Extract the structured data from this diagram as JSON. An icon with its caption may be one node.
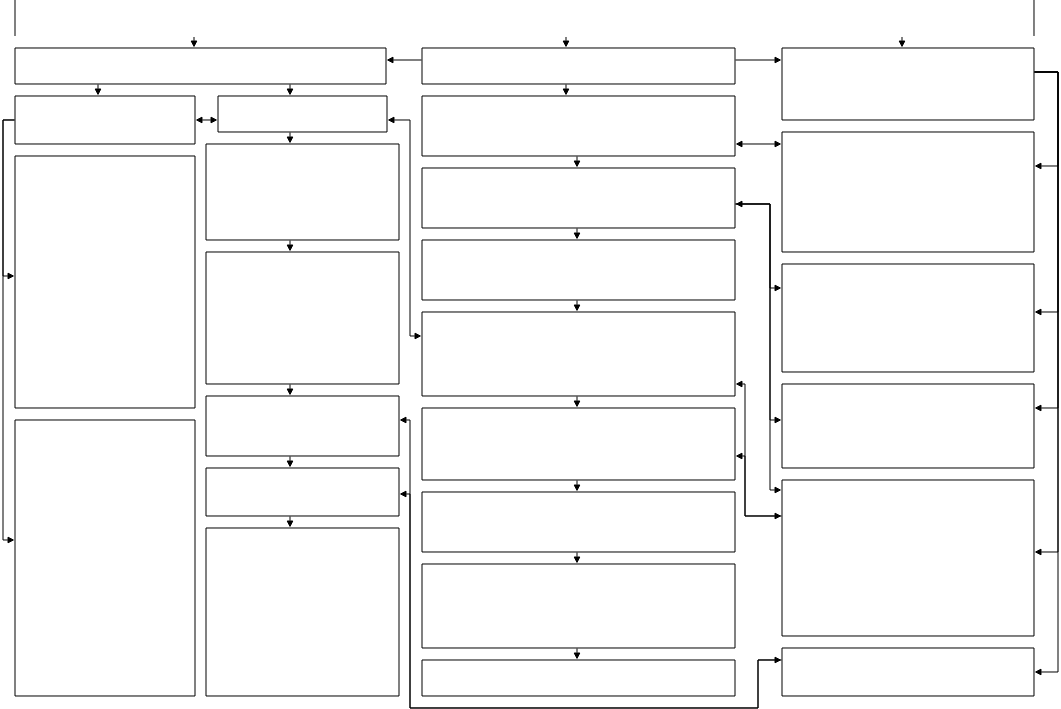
{
  "diagram": {
    "nodes": [
      {
        "text": [],
        "shape": "box"
      },
      {
        "text": [],
        "shape": "box"
      },
      {
        "text": [],
        "shape": "box"
      },
      {
        "text": [],
        "shape": "box"
      },
      {
        "text": [],
        "shape": "box"
      },
      {
        "text": [],
        "shape": "box"
      },
      {
        "text": [],
        "shape": "box"
      },
      {
        "text": [],
        "shape": "box"
      },
      {
        "text": [],
        "shape": "box"
      },
      {
        "text": [],
        "shape": "box"
      },
      {
        "text": [],
        "shape": "box"
      },
      {
        "text": [],
        "shape": "box"
      },
      {
        "text": [],
        "shape": "box"
      },
      {
        "text": [],
        "shape": "box"
      },
      {
        "text": [],
        "shape": "box"
      },
      {
        "text": [],
        "shape": "box"
      },
      {
        "text": [],
        "shape": "box"
      },
      {
        "text": [],
        "shape": "box"
      },
      {
        "text": [],
        "shape": "box"
      },
      {
        "text": [],
        "shape": "box"
      },
      {
        "text": [],
        "shape": "box"
      },
      {
        "text": [],
        "shape": "box"
      },
      {
        "text": [],
        "shape": "box"
      },
      {
        "text": [],
        "shape": "box"
      },
      {
        "text": [],
        "shape": "box"
      }
    ],
    "edges": [
      {
        "from": null,
        "to": 0,
        "arrow": "to"
      },
      {
        "from": null,
        "to": 10,
        "arrow": "to"
      },
      {
        "from": null,
        "to": 19,
        "arrow": "to"
      },
      {
        "from": 10,
        "to": 0,
        "arrow": "to"
      },
      {
        "from": 10,
        "to": 19,
        "arrow": "to"
      },
      {
        "from": 0,
        "to": 1,
        "arrow": "to"
      },
      {
        "from": 0,
        "to": 2,
        "arrow": "to"
      },
      {
        "from": 1,
        "to": 2,
        "arrow": "both"
      },
      {
        "from": 2,
        "to": 5,
        "arrow": "to"
      },
      {
        "from": 5,
        "to": 6,
        "arrow": "to"
      },
      {
        "from": 6,
        "to": 7,
        "arrow": "to"
      },
      {
        "from": 7,
        "to": 8,
        "arrow": "to"
      },
      {
        "from": 8,
        "to": 9,
        "arrow": "to"
      },
      {
        "from": 1,
        "to": 3,
        "arrow": "to"
      },
      {
        "from": 1,
        "to": 4,
        "arrow": "to"
      },
      {
        "from": 2,
        "to": 14,
        "arrow": "both"
      },
      {
        "from": 10,
        "to": 11,
        "arrow": "to"
      },
      {
        "from": 11,
        "to": 12,
        "arrow": "to"
      },
      {
        "from": 12,
        "to": 13,
        "arrow": "to"
      },
      {
        "from": 13,
        "to": 14,
        "arrow": "to"
      },
      {
        "from": 14,
        "to": 15,
        "arrow": "to"
      },
      {
        "from": 15,
        "to": 16,
        "arrow": "to"
      },
      {
        "from": 16,
        "to": 17,
        "arrow": "to"
      },
      {
        "from": 17,
        "to": 18,
        "arrow": "to"
      },
      {
        "from": 11,
        "to": 20,
        "arrow": "both"
      },
      {
        "from": 19,
        "to": 20,
        "arrow": "to"
      },
      {
        "from": 19,
        "to": 21,
        "arrow": "to"
      },
      {
        "from": 19,
        "to": 22,
        "arrow": "to"
      },
      {
        "from": 19,
        "to": 23,
        "arrow": "to"
      },
      {
        "from": 19,
        "to": 24,
        "arrow": "to"
      },
      {
        "from": 12,
        "to": 21,
        "arrow": "both"
      },
      {
        "from": 12,
        "to": 22,
        "arrow": "to"
      },
      {
        "from": 12,
        "to": 23,
        "arrow": "to"
      },
      {
        "from": 14,
        "to": 23,
        "arrow": "both"
      },
      {
        "from": 23,
        "to": 15,
        "arrow": "to"
      },
      {
        "from": 7,
        "to": 24,
        "arrow": "both"
      },
      {
        "from": 24,
        "to": 8,
        "arrow": "to"
      }
    ]
  }
}
